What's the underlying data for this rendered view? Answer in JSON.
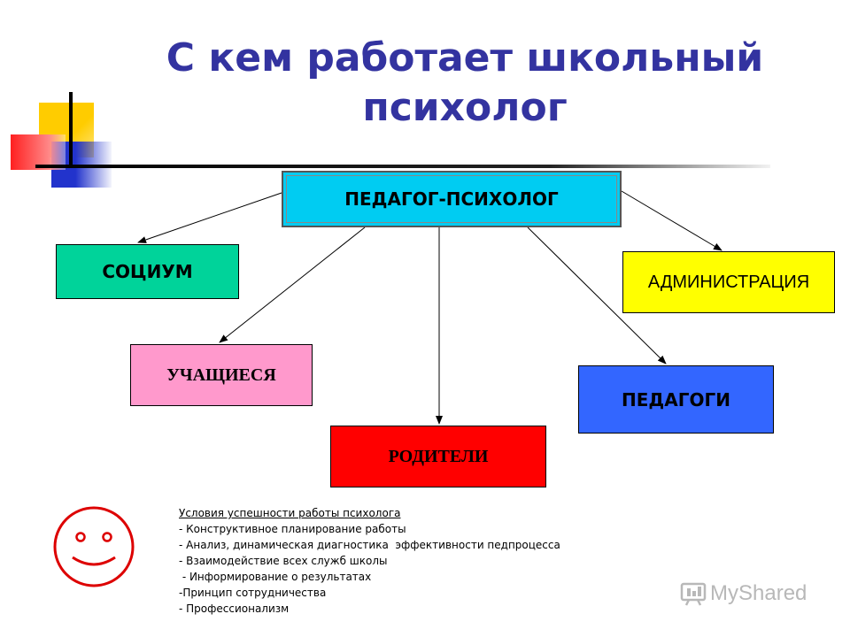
{
  "title": "С кем работает школьный психолог",
  "diagram": {
    "center": "ПЕДАГОГ-ПСИХОЛОГ",
    "nodes": {
      "socium": "СОЦИУМ",
      "administration": "АДМИНИСТРАЦИЯ",
      "students": "УЧАЩИЕСЯ",
      "teachers": "ПЕДАГОГИ",
      "parents": "РОДИТЕЛИ"
    }
  },
  "conditions": {
    "heading": "Условия успешности работы психолога",
    "items": [
      "- Конструктивное планирование работы",
      "- Анализ, динамическая диагностика  эффективности педпроцесса",
      "- Взаимодействие всех служб школы",
      " - Информирование о результатах",
      "-Принцип сотрудничества",
      "- Профессионализм"
    ]
  },
  "logo": {
    "text": "MyShared"
  },
  "colors": {
    "title": "#3333a0",
    "center": "#00ccf2",
    "socium": "#00d39a",
    "administration": "#ffff00",
    "students": "#ff99cc",
    "teachers": "#3366ff",
    "parents": "#ff0000",
    "smiley": "#dd0000"
  },
  "icons": {
    "smiley": "smiley-face-icon",
    "logo": "myshared-logo-icon"
  }
}
